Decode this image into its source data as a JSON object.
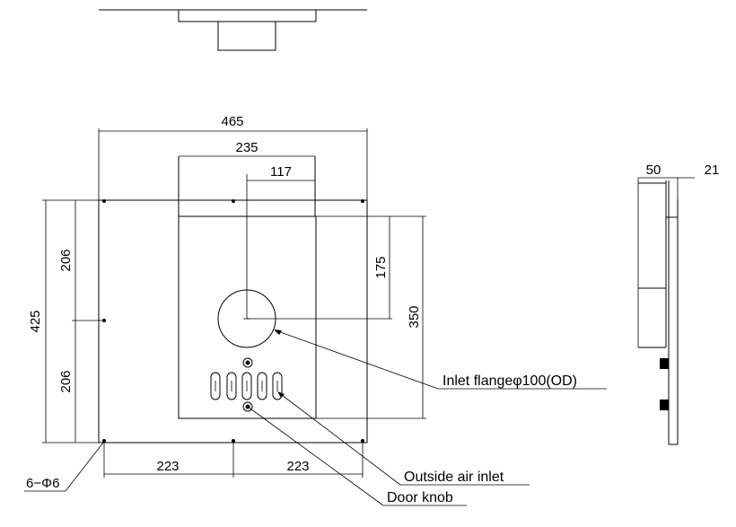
{
  "dimensions": {
    "overall_width": "465",
    "frame_width": "235",
    "half_frame": "117",
    "overall_height": "425",
    "upper_pitch": "206",
    "lower_pitch": "206",
    "flange_offset": "175",
    "frame_height": "350",
    "bottom_left": "223",
    "bottom_right": "223",
    "side_depth": "50",
    "side_plate": "21"
  },
  "callouts": {
    "inlet_flange": "Inlet flangeφ100(OD)",
    "outside_air_inlet": "Outside air inlet",
    "door_knob": "Door knob",
    "mounting_holes": "6−Φ6"
  }
}
